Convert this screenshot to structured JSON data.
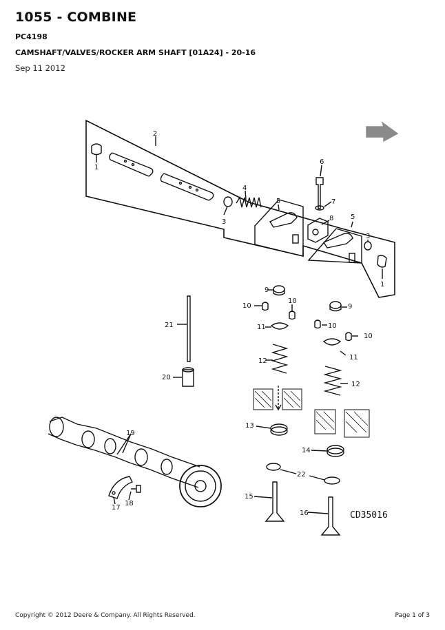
{
  "header": {
    "title": "1055 - COMBINE",
    "code": "PC4198",
    "subtitle": "CAMSHAFT/VALVES/ROCKER ARM SHAFT [01A24] - 20-16",
    "date": "Sep 11 2012"
  },
  "diagram": {
    "drawing_code": "CD35016",
    "callouts": [
      "1",
      "2",
      "3",
      "4",
      "5",
      "6",
      "7",
      "8",
      "9",
      "10",
      "11",
      "12",
      "13",
      "14",
      "15",
      "16",
      "17",
      "18",
      "19",
      "20",
      "21",
      "22"
    ],
    "icons": [
      "direction-arrow-icon"
    ]
  },
  "footer": {
    "copyright": "Copyright © 2012 Deere & Company. All Rights Reserved.",
    "page": "Page 1 of 3"
  }
}
